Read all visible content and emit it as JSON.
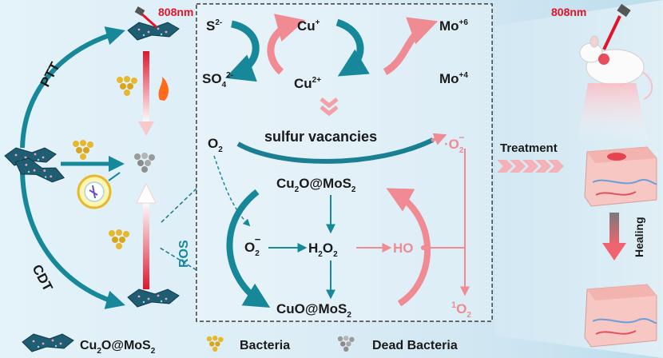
{
  "laser": {
    "wavelength_left": "808nm",
    "wavelength_right": "808nm"
  },
  "left": {
    "ptt_label": "PTT",
    "cdt_label": "CDT",
    "ros_label": "ROS"
  },
  "redox": {
    "s2": "S",
    "s2_sup": "2-",
    "so4": "SO",
    "so4_sub": "4",
    "so4_sup": "2-",
    "cu_plus": "Cu",
    "cu_plus_sup": "+",
    "cu_2plus": "Cu",
    "cu_2plus_sup": "2+",
    "mo6": "Mo",
    "mo6_sup": "+6",
    "mo4": "Mo",
    "mo4_sup": "+4"
  },
  "vacancy": {
    "o2": "O",
    "o2_sub": "2",
    "label": "sulfur vacancies",
    "superoxide_dot": "·",
    "superoxide": "O",
    "superoxide_sub": "2",
    "superoxide_sup": "−"
  },
  "cycle": {
    "cu2o_mos2": "Cu",
    "cu2o_mos2_sub1": "2",
    "cu2o_mos2_mid": "O@MoS",
    "cu2o_mos2_sub2": "2",
    "o2_radical": "O",
    "o2_radical_sub": "2",
    "o2_radical_sup": "−",
    "h2o2": "H",
    "h2o2_sub1": "2",
    "h2o2_mid": "O",
    "h2o2_sub2": "2",
    "ho_radical": "HO",
    "cuo_mos2": "CuO@MoS",
    "cuo_mos2_sub": "2",
    "singlet_sup": "1",
    "singlet": "O",
    "singlet_sub": "2"
  },
  "treatment": {
    "label": "Treatment",
    "healing": "Healing"
  },
  "legend": {
    "cu2o_mos2": "Cu",
    "cu2o_mos2_sub1": "2",
    "cu2o_mos2_mid": "O@MoS",
    "cu2o_mos2_sub2": "2",
    "bacteria": "Bacteria",
    "dead_bacteria": "Dead Bacteria"
  },
  "colors": {
    "teal": "#17879a",
    "pink": "#f08a93",
    "laser_red": "#e0142a"
  }
}
